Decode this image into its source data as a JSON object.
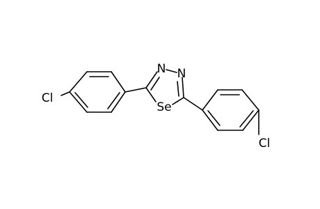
{
  "molecule": {
    "atoms": {
      "cl_left": "Cl",
      "n_top_left": "N",
      "n_top_right": "N",
      "se": "Se",
      "cl_right": "Cl"
    },
    "colors": {
      "bond": "#000000",
      "label": "#000000",
      "background": "#ffffff"
    }
  }
}
